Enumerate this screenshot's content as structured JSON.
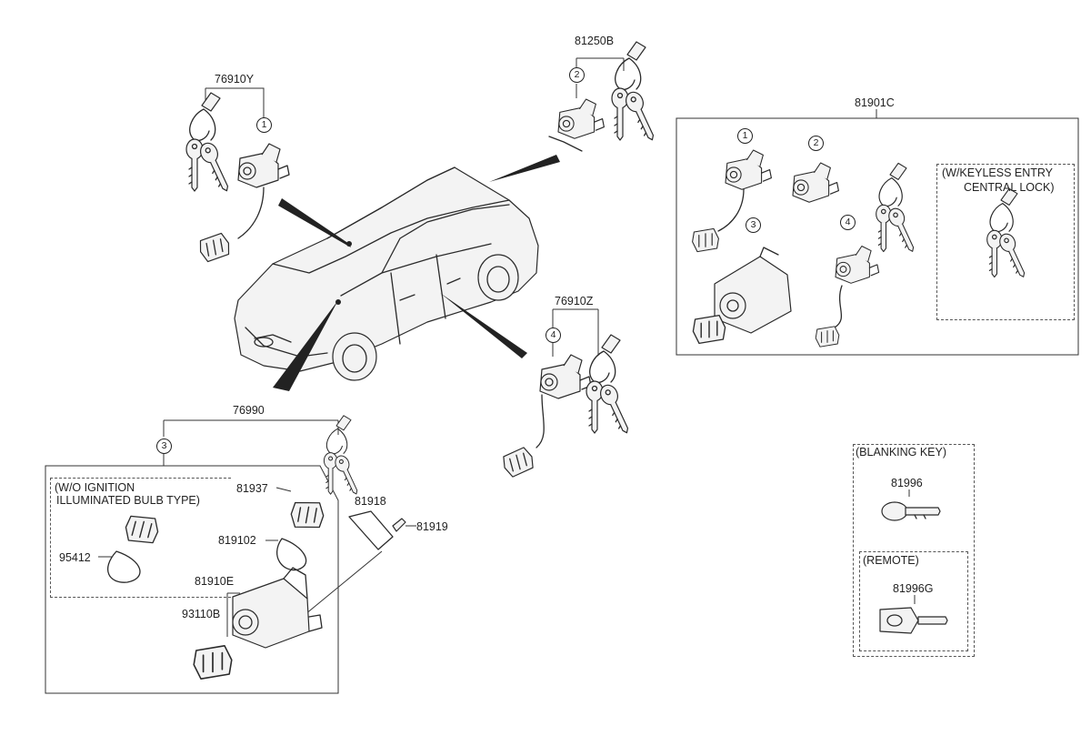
{
  "labels": {
    "l76910Y": "76910Y",
    "l81250B": "81250B",
    "l81901C": "81901C",
    "l76910Z": "76910Z",
    "l76990": "76990",
    "l81937": "81937",
    "l81918": "81918",
    "l81919": "81919",
    "l819102": "819102",
    "l95412": "95412",
    "l81910E": "81910E",
    "l93110B": "93110B",
    "l81996": "81996",
    "l81996G": "81996G"
  },
  "notes": {
    "wo_ignition_1": "(W/O IGNITION",
    "wo_ignition_2": "ILLUMINATED BULB TYPE)",
    "keyless_1": "(W/KEYLESS ENTRY",
    "keyless_2": "CENTRAL LOCK)",
    "blanking_key": "(BLANKING KEY)",
    "remote": "(REMOTE)"
  },
  "callouts": {
    "c1": "1",
    "c2": "2",
    "c3": "3",
    "c4": "4"
  }
}
